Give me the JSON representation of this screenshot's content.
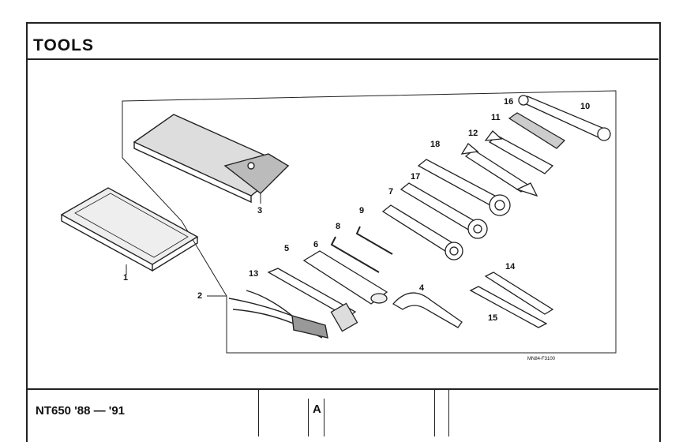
{
  "page": {
    "title": "TOOLS",
    "model": "NT650 '88 — '91",
    "revision": "A",
    "figure_code": "MN84-F3100"
  },
  "callouts": [
    "1",
    "2",
    "3",
    "4",
    "5",
    "6",
    "7",
    "8",
    "9",
    "10",
    "11",
    "12",
    "13",
    "14",
    "15",
    "16",
    "17",
    "18"
  ]
}
